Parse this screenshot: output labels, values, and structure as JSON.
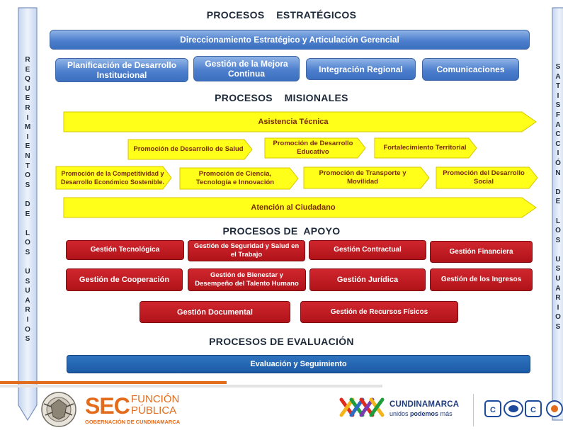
{
  "left_side": {
    "letters": [
      "R",
      "E",
      "Q",
      "U",
      "E",
      "R",
      "I",
      "M",
      "I",
      "E",
      "N",
      "T",
      "O",
      "S",
      "",
      "D",
      "E",
      "",
      "L",
      "O",
      "S",
      "",
      "U",
      "S",
      "U",
      "A",
      "R",
      "I",
      "O",
      "S"
    ]
  },
  "right_side": {
    "letters": [
      "S",
      "A",
      "T",
      "I",
      "S",
      "F",
      "A",
      "C",
      "C",
      "I",
      "Ó",
      "N",
      "",
      "D",
      "E",
      "",
      "L",
      "O",
      "S",
      "",
      "U",
      "S",
      "U",
      "A",
      "R",
      "I",
      "O",
      "S"
    ]
  },
  "strategic": {
    "title": "PROCESOS    ESTRATÉGICOS",
    "main": "Direccionamiento Estratégico y Articulación Gerencial",
    "items": [
      "Planificación de Desarrollo Institucional",
      "Gestión de la Mejora Continua",
      "Integración Regional",
      "Comunicaciones"
    ]
  },
  "missional": {
    "title": "PROCESOS    MISIONALES",
    "top": "Asistencia Técnica",
    "row1": [
      "Promoción de Desarrollo de Salud",
      "Promoción de Desarrollo Educativo",
      "Fortalecimiento Territorial"
    ],
    "row2": [
      "Promoción de la Competitividad y Desarrollo Económico Sostenible.",
      "Promoción de Ciencia, Tecnología e Innovación",
      "Promoción de Transporte y Movilidad",
      "Promoción  del Desarrollo Social"
    ],
    "bottom": "Atención al Ciudadano"
  },
  "support": {
    "title": "PROCESOS DE  APOYO",
    "row1": [
      "Gestión Tecnológica",
      "Gestión de Seguridad y Salud en el Trabajo",
      "Gestión Contractual",
      "Gestión Financiera"
    ],
    "row2": [
      "Gestión de Cooperación",
      "Gestión de Bienestar y Desempeño del Talento Humano",
      "Gestión Jurídica",
      "Gestión de los Ingresos"
    ],
    "row3": [
      "Gestión Documental",
      "Gestión de Recursos Físicos"
    ]
  },
  "evaluation": {
    "title": "PROCESOS DE EVALUACIÓN",
    "main": "Evaluación y Seguimiento"
  },
  "footer": {
    "sec": "SEC",
    "funcion": "FUNCIÓN",
    "publica": "PÚBLICA",
    "gobernacion": "GOBERNACIÓN DE CUNDINAMARCA",
    "cundinamarca": "CUNDINAMARCA",
    "slogan_pre": "unidos",
    "slogan_bold": "podemos",
    "slogan_post": "más"
  },
  "colors": {
    "blue": "#4d7fce",
    "yellow": "#ffff1a",
    "red": "#c0191f",
    "eval_blue": "#1f5fab",
    "side_fill": "#d6e2f3"
  }
}
